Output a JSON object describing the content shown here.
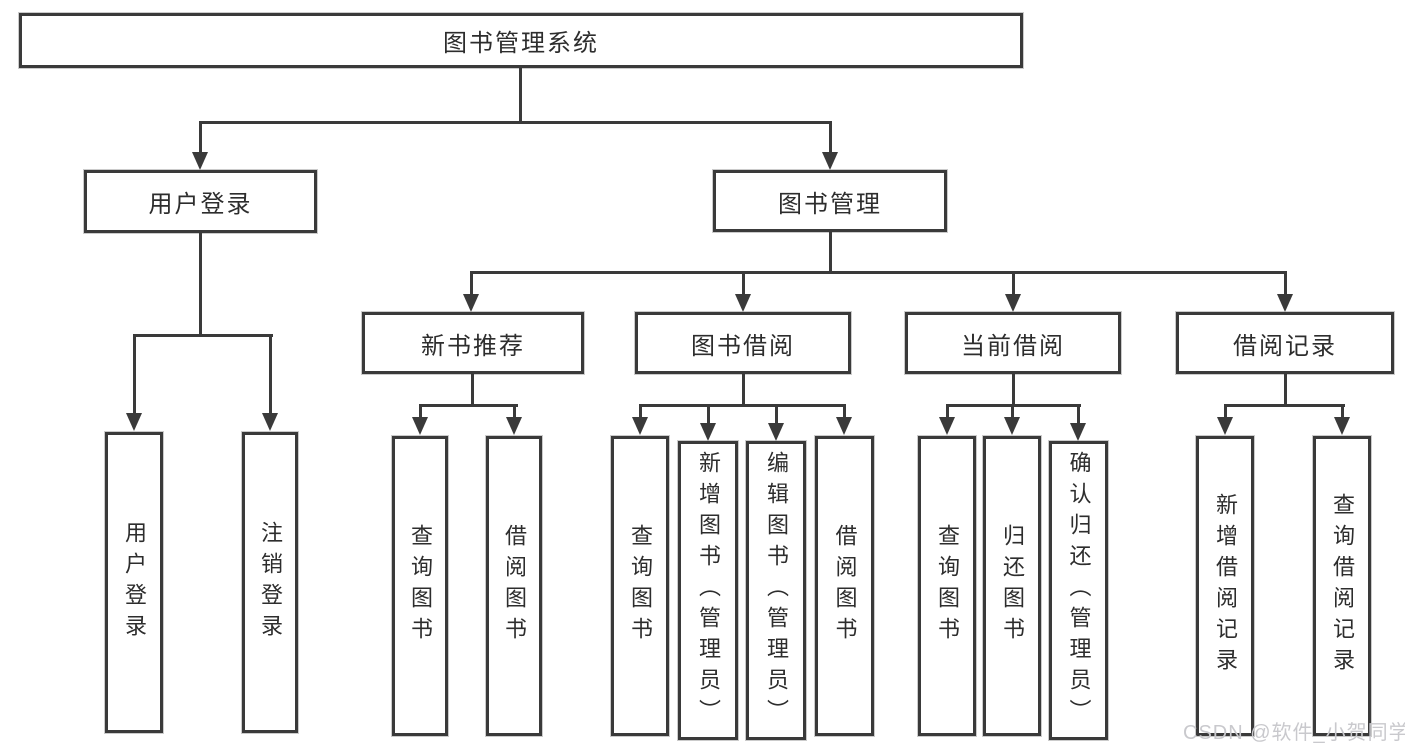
{
  "watermark": "CSDN @软件_小贺同学",
  "tree": {
    "root": "图书管理系统",
    "children": [
      {
        "label": "用户登录",
        "children": [
          "用户登录",
          "注销登录"
        ]
      },
      {
        "label": "图书管理",
        "children": [
          {
            "label": "新书推荐",
            "children": [
              "查询图书",
              "借阅图书"
            ]
          },
          {
            "label": "图书借阅",
            "children": [
              "查询图书",
              "新增图书（管理员）",
              "编辑图书（管理员）",
              "借阅图书"
            ]
          },
          {
            "label": "当前借阅",
            "children": [
              "查询图书",
              "归还图书",
              "确认归还（管理员）"
            ]
          },
          {
            "label": "借阅记录",
            "children": [
              "新增借阅记录",
              "查询借阅记录"
            ]
          }
        ]
      }
    ]
  },
  "colors": {
    "line": "#3a3a3a",
    "text": "#2d2d2d",
    "watermark": "#c9c9cd",
    "background": "#ffffff"
  }
}
